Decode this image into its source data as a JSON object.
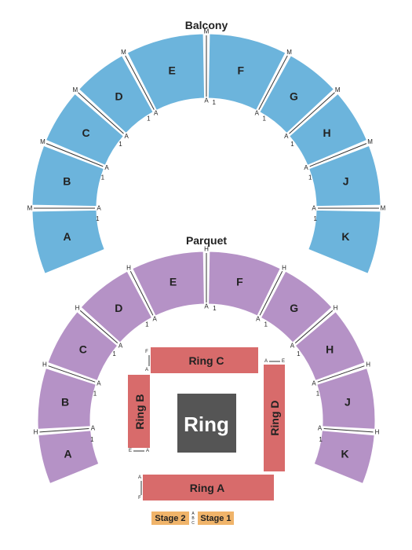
{
  "headings": {
    "balcony": "Balcony",
    "parquet": "Parquet"
  },
  "balcony": {
    "sections": [
      "A",
      "B",
      "C",
      "D",
      "E",
      "F",
      "G",
      "H",
      "J",
      "K"
    ],
    "row_first": "A",
    "row_last": "M",
    "seat_first": "1"
  },
  "parquet": {
    "sections": [
      "A",
      "B",
      "C",
      "D",
      "E",
      "F",
      "G",
      "H",
      "J",
      "K"
    ],
    "row_first": "A",
    "row_last": "H",
    "seat_first": "1"
  },
  "floor": {
    "ring_c": {
      "label": "Ring C",
      "row_first": "F",
      "row_last": "A"
    },
    "ring_b": {
      "label": "Ring B",
      "row_first": "E",
      "row_last": "A"
    },
    "ring_d": {
      "label": "Ring D",
      "row_first": "A",
      "row_last": "E"
    },
    "ring_a": {
      "label": "Ring A",
      "row_first": "A",
      "row_last": "F"
    },
    "ring": "Ring"
  },
  "stages": {
    "stage2": "Stage 2",
    "stage1": "Stage 1",
    "rows": [
      "A",
      "B",
      "C"
    ]
  },
  "colors": {
    "balcony": "#6cb4dc",
    "parquet": "#b592c6",
    "ring_sections": "#d86b6b",
    "stage": "#f0b46a",
    "ring": "#555555"
  }
}
